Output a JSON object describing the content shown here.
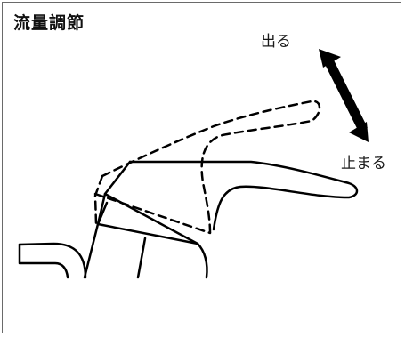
{
  "title": "流量調節",
  "labels": {
    "open": "出る",
    "close": "止まる"
  },
  "colors": {
    "line": "#000000",
    "frame": "#6a6a6a"
  },
  "icons": {
    "direction": "double-headed-arrow-icon"
  }
}
